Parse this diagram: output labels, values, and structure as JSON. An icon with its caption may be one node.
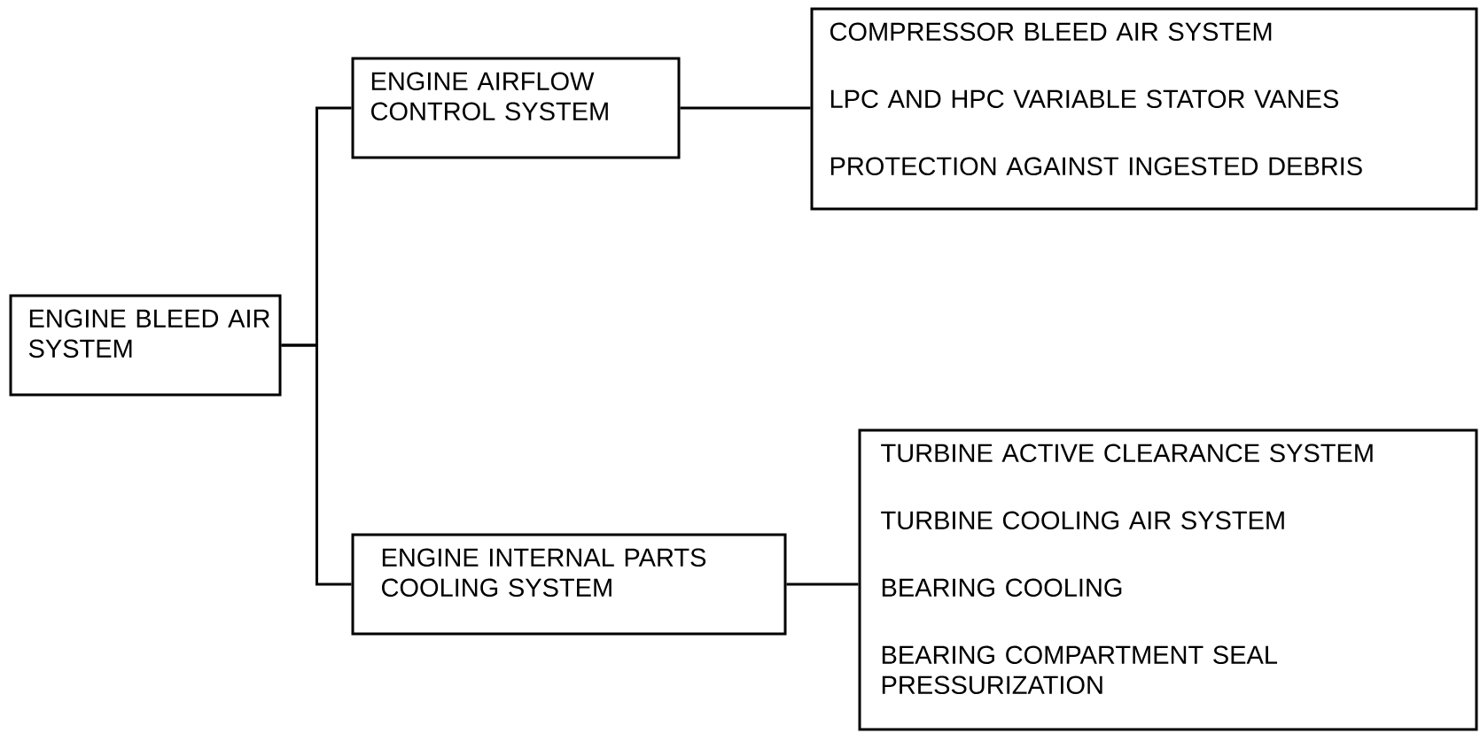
{
  "diagram": {
    "nodes": [
      {
        "text": [
          "ENGINE BLEED AIR SYSTEM"
        ]
      },
      {
        "text": [
          "ENGINE AIRFLOW CONTROL SYSTEM"
        ]
      },
      {
        "text": [
          "COMPRESSOR BLEED AIR SYSTEM",
          "LPC AND HPC VARIABLE STATOR VANES",
          "PROTECTION AGAINST INGESTED DEBRIS"
        ]
      },
      {
        "text": [
          "ENGINE INTERNAL PARTS COOLING SYSTEM"
        ]
      },
      {
        "text": [
          "TURBINE ACTIVE CLEARANCE SYSTEM",
          "TURBINE COOLING AIR SYSTEM",
          "BEARING COOLING",
          "BEARING COMPARTMENT SEAL PRESSURIZATION"
        ]
      }
    ],
    "edges": [
      {
        "from": 0,
        "to": 1,
        "arrow": "none"
      },
      {
        "from": 0,
        "to": 3,
        "arrow": "none"
      },
      {
        "from": 1,
        "to": 2,
        "arrow": "none"
      },
      {
        "from": 3,
        "to": 4,
        "arrow": "none"
      }
    ]
  }
}
